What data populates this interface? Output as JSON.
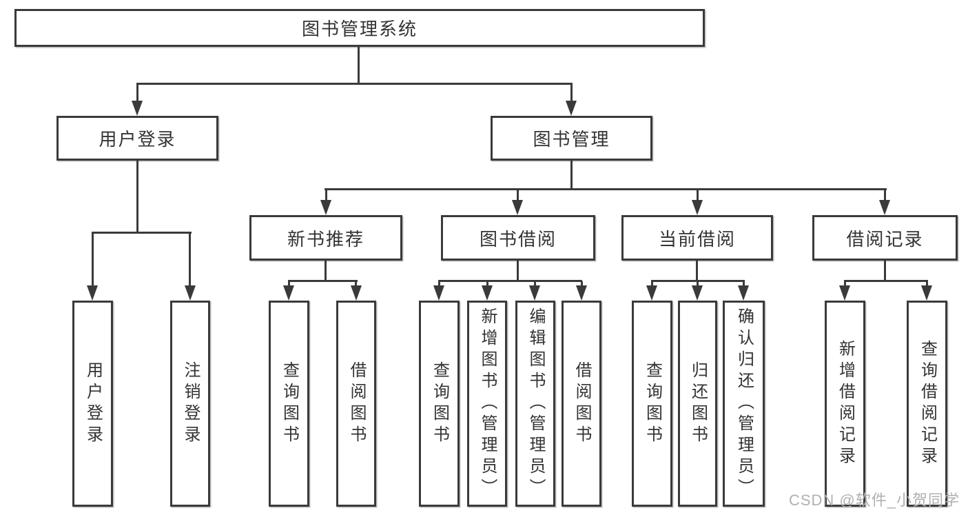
{
  "diagram": {
    "root": {
      "label": "图书管理系统"
    },
    "level2": {
      "login": {
        "label": "用户登录"
      },
      "mgmt": {
        "label": "图书管理"
      }
    },
    "level3": {
      "newbook": {
        "label": "新书推荐"
      },
      "borrow": {
        "label": "图书借阅"
      },
      "current": {
        "label": "当前借阅"
      },
      "records": {
        "label": "借阅记录"
      }
    },
    "leaves": {
      "login": [
        "用户登录",
        "注销登录"
      ],
      "newbook": [
        "查询图书",
        "借阅图书"
      ],
      "borrow": [
        "查询图书",
        "新增图书（管理员）",
        "编辑图书（管理员）",
        "借阅图书"
      ],
      "current": [
        "查询图书",
        "归还图书",
        "确认归还（管理员）"
      ],
      "records": [
        "新增借阅记录",
        "查询借阅记录"
      ]
    },
    "colors": {
      "line": "#3a3a3a",
      "text": "#333333",
      "background": "#ffffff",
      "watermark": "#b0b0b0"
    }
  },
  "watermark": {
    "text": "CSDN @软件_小贺同学"
  }
}
